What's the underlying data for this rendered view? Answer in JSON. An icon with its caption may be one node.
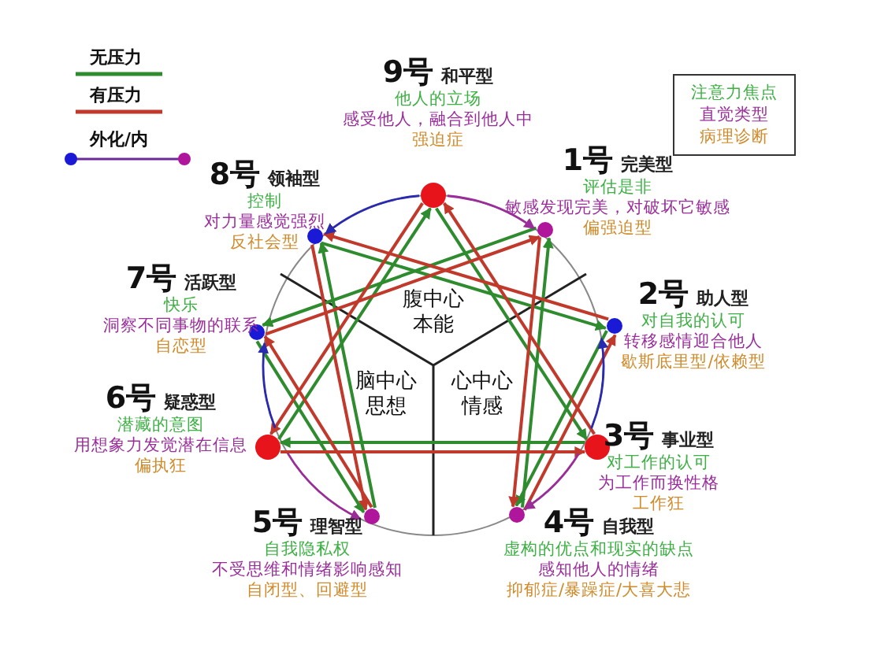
{
  "diagram": {
    "nodes": [
      {
        "text": [],
        "shape": "circle",
        "beside": [
          "9号",
          "和平型",
          "他人的立场",
          "感受他人，融合到他人中",
          "强迫症"
        ]
      },
      {
        "text": [],
        "shape": "circle",
        "beside": [
          "8号",
          "领袖型",
          "控制",
          "对力量感觉强烈",
          "反社会型"
        ]
      },
      {
        "text": [],
        "shape": "circle",
        "beside": [
          "1号",
          "完美型",
          "评估是非",
          "敏感发现完美，对破坏它敏感",
          "偏强迫型"
        ]
      },
      {
        "text": [],
        "shape": "circle",
        "beside": [
          "7号",
          "活跃型",
          "快乐",
          "洞察不同事物的联系",
          "自恋型"
        ]
      },
      {
        "text": [],
        "shape": "circle",
        "beside": [
          "2号",
          "助人型",
          "对自我的认可",
          "转移感情迎合他人",
          "歇斯底里型/依赖型"
        ]
      },
      {
        "text": [],
        "shape": "circle",
        "beside": [
          "6号",
          "疑惑型",
          "潜藏的意图",
          "用想象力发觉潜在信息",
          "偏执狂"
        ]
      },
      {
        "text": [],
        "shape": "circle",
        "beside": [
          "3号",
          "事业型",
          "对工作的认可",
          "为工作而换性格",
          "工作狂"
        ]
      },
      {
        "text": [],
        "shape": "circle",
        "beside": [
          "5号",
          "理智型",
          "自我隐私权",
          "不受思维和情绪影响感知",
          "自闭型、回避型"
        ]
      },
      {
        "text": [],
        "shape": "circle",
        "beside": [
          "4号",
          "自我型",
          "虚构的优点和现实的缺点",
          "感知他人的情绪",
          "抑郁症/暴躁症/大喜大悲"
        ]
      },
      {
        "text": [
          "腹中心本能"
        ]
      },
      {
        "text": [
          "脑中心思想"
        ]
      },
      {
        "text": [
          "心中心情感"
        ]
      },
      {
        "text": [
          "注意力焦点",
          "直觉类型",
          "病理诊断"
        ]
      }
    ],
    "edges": [
      {
        "from": 2,
        "to": 3,
        "arrow": "to",
        "color": "#2e8b2e"
      },
      {
        "from": 3,
        "to": 7,
        "arrow": "to",
        "color": "#2e8b2e"
      },
      {
        "from": 7,
        "to": 1,
        "arrow": "to",
        "color": "#2e8b2e"
      },
      {
        "from": 1,
        "to": 4,
        "arrow": "to",
        "color": "#2e8b2e"
      },
      {
        "from": 4,
        "to": 8,
        "arrow": "to",
        "color": "#2e8b2e"
      },
      {
        "from": 8,
        "to": 2,
        "arrow": "to",
        "color": "#2e8b2e"
      },
      {
        "from": 0,
        "to": 6,
        "arrow": "to",
        "color": "#2e8b2e"
      },
      {
        "from": 6,
        "to": 5,
        "arrow": "to",
        "color": "#2e8b2e"
      },
      {
        "from": 5,
        "to": 0,
        "arrow": "to",
        "color": "#2e8b2e"
      },
      {
        "from": 3,
        "to": 2,
        "arrow": "to",
        "color": "#c0392b"
      },
      {
        "from": 7,
        "to": 3,
        "arrow": "to",
        "color": "#c0392b"
      },
      {
        "from": 1,
        "to": 7,
        "arrow": "to",
        "color": "#c0392b"
      },
      {
        "from": 4,
        "to": 1,
        "arrow": "to",
        "color": "#c0392b"
      },
      {
        "from": 8,
        "to": 4,
        "arrow": "to",
        "color": "#c0392b"
      },
      {
        "from": 2,
        "to": 8,
        "arrow": "to",
        "color": "#c0392b"
      },
      {
        "from": 6,
        "to": 0,
        "arrow": "to",
        "color": "#c0392b"
      },
      {
        "from": 5,
        "to": 6,
        "arrow": "to",
        "color": "#c0392b"
      },
      {
        "from": 0,
        "to": 5,
        "arrow": "to",
        "color": "#c0392b"
      },
      {
        "from": 0,
        "to": 1,
        "arrow": "to",
        "color": "#2a2ab0"
      },
      {
        "from": 0,
        "to": 2,
        "arrow": "to",
        "color": "#9b2d9b"
      },
      {
        "from": 5,
        "to": 3,
        "arrow": "to",
        "color": "#2a2ab0"
      },
      {
        "from": 5,
        "to": 7,
        "arrow": "to",
        "color": "#9b2d9b"
      },
      {
        "from": 6,
        "to": 4,
        "arrow": "to",
        "color": "#2a2ab0"
      },
      {
        "from": 6,
        "to": 8,
        "arrow": "to",
        "color": "#9b2d9b"
      }
    ],
    "legend": [
      {
        "text": "无压力"
      },
      {
        "text": "有压力"
      },
      {
        "text": "外化/内"
      }
    ]
  }
}
